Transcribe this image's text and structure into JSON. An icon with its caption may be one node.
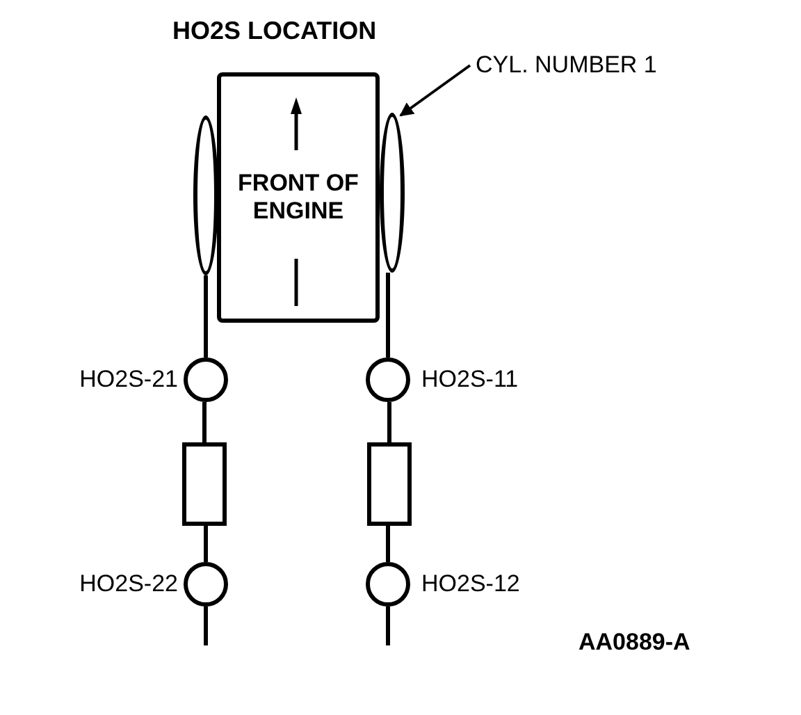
{
  "diagram": {
    "title": "HO2S LOCATION",
    "nodes": [
      {
        "text": [
          "FRONT OF ENGINE"
        ]
      },
      {
        "text": [],
        "shape": "oval"
      },
      {
        "text": [],
        "shape": "oval"
      },
      {
        "text": [
          "CYL. NUMBER 1"
        ]
      },
      {
        "text": [],
        "shape": "circle",
        "beside": [
          "HO2S-21"
        ]
      },
      {
        "text": [],
        "shape": "box"
      },
      {
        "text": [],
        "shape": "circle",
        "beside": [
          "HO2S-22"
        ]
      },
      {
        "text": [],
        "shape": "circle",
        "beside": [
          "HO2S-11"
        ]
      },
      {
        "text": [],
        "shape": "box"
      },
      {
        "text": [],
        "shape": "circle",
        "beside": [
          "HO2S-12"
        ]
      }
    ],
    "edges": [
      {
        "from": 3,
        "to": 2,
        "arrow": "to"
      },
      {
        "from": 1,
        "to": 4,
        "arrow": "none"
      },
      {
        "from": 4,
        "to": 5,
        "arrow": "none"
      },
      {
        "from": 5,
        "to": 6,
        "arrow": "none"
      },
      {
        "from": 6,
        "to": null,
        "arrow": "none"
      },
      {
        "from": 2,
        "to": 7,
        "arrow": "none"
      },
      {
        "from": 7,
        "to": 8,
        "arrow": "none"
      },
      {
        "from": 8,
        "to": 9,
        "arrow": "none"
      },
      {
        "from": 9,
        "to": null,
        "arrow": "none"
      }
    ],
    "labels": [
      "AA0889-A"
    ]
  }
}
